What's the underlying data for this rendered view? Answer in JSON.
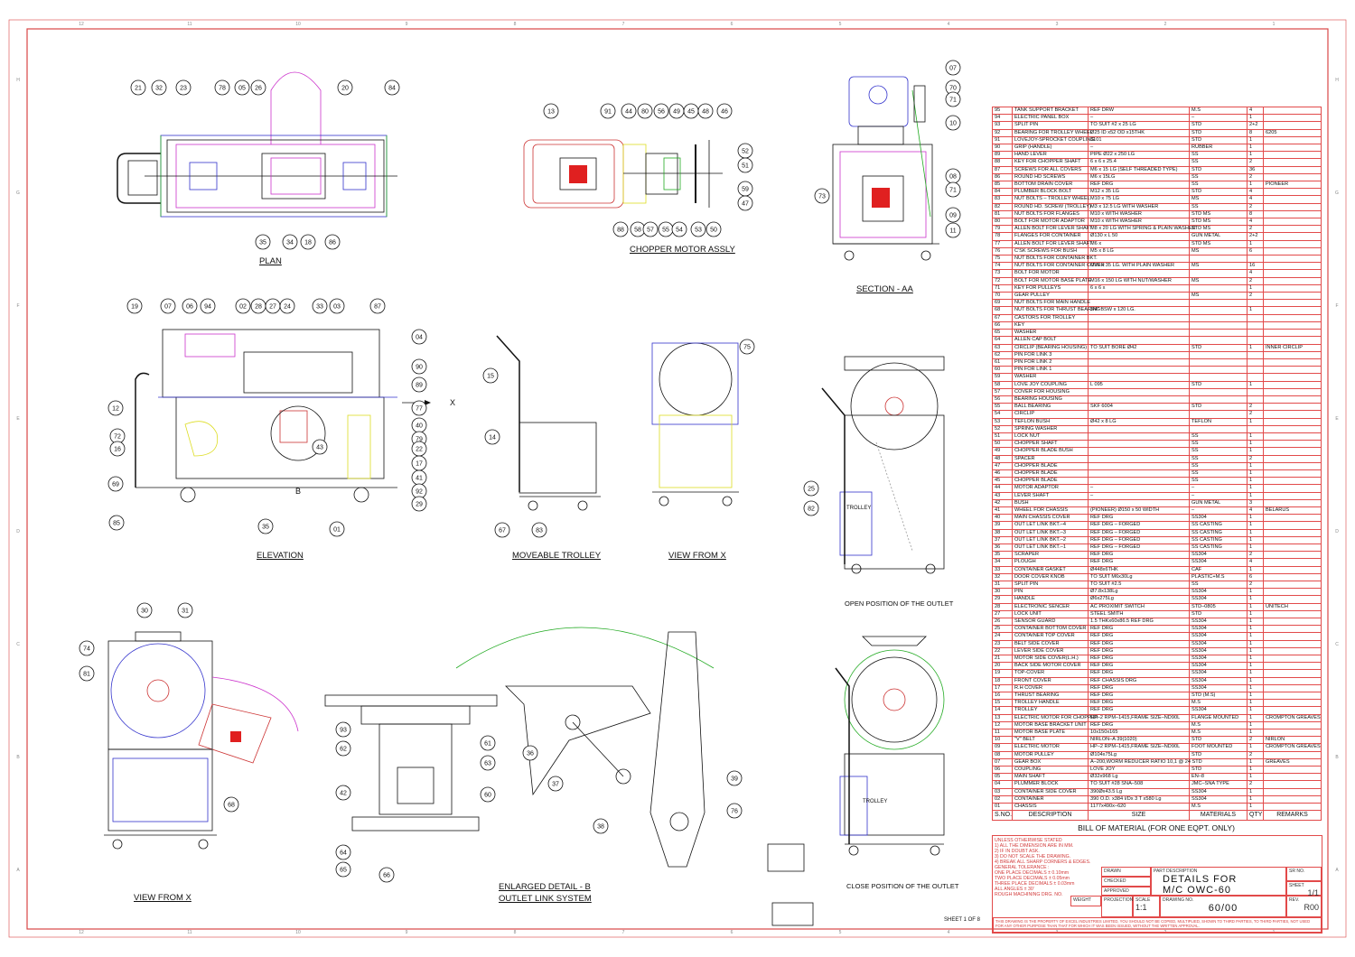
{
  "labels": {
    "plan": "PLAN",
    "chopper": "CHOPPER MOTOR ASSLY",
    "section": "SECTION - AA",
    "elevation": "ELEVATION",
    "trolley": "MOVEABLE TROLLEY",
    "view_x": "VIEW FROM X",
    "view_x2": "VIEW FROM X",
    "open_outlet": "OPEN POSITION OF THE OUTLET",
    "close_outlet": "CLOSE POSITION OF THE OUTLET",
    "detail_b1": "ENLARGED DETAIL - B",
    "detail_b2": "OUTLET LINK SYSTEM",
    "b_mark": "B",
    "x_mark": "X",
    "trolley_text1": "TROLLEY",
    "trolley_text2": "TROLLEY",
    "sheet": "SHEET 1 OF 8"
  },
  "bom": {
    "headers": [
      "S.NO.",
      "DESCRIPTION",
      "SIZE",
      "MATERIALS",
      "QTY",
      "REMARKS"
    ],
    "title": "BILL OF MATERIAL      (FOR ONE EQPT. ONLY)",
    "rows": [
      [
        "95",
        "TANK SUPPORT BRACKET",
        "REF DRW",
        "M.S",
        "4",
        ""
      ],
      [
        "94",
        "ELECTRIC PANEL BOX",
        "–",
        "–",
        "1",
        ""
      ],
      [
        "93",
        "SPLIT PIN",
        "TO SUIT #2 x 25 LG",
        "STD",
        "2+2",
        ""
      ],
      [
        "92",
        "BEARING FOR TROLLEY WHEEL",
        "Ø25 ID x52 OD x15THK",
        "STD",
        "8",
        "6205"
      ],
      [
        "91",
        "LOVEJOY-SPROCKET COUPLING",
        "3101",
        "STD",
        "1",
        ""
      ],
      [
        "90",
        "GRIP (HANDLE)",
        "–",
        "RUBBER",
        "1",
        ""
      ],
      [
        "89",
        "HAND LEVER",
        "PIPE Ø22 x 250 LG",
        "SS",
        "1",
        ""
      ],
      [
        "88",
        "KEY FOR CHOPPER SHAFT",
        "6 x 6 x 25.4",
        "SS",
        "2",
        ""
      ],
      [
        "87",
        "SCREWS FOR ALL COVERS",
        "M6 x 15 LG (SELF THREADED TYPE)",
        "STD",
        "36",
        ""
      ],
      [
        "86",
        "ROUND HD SCREWS",
        "M6 x 15LG",
        "SS",
        "2",
        ""
      ],
      [
        "85",
        "BOTTOM DRAIN COVER",
        "REF DRG",
        "SS",
        "1",
        "PIONEER"
      ],
      [
        "84",
        "PLUMBER BLOCK BOLT",
        "M12 x 35 LG",
        "STD",
        "4",
        ""
      ],
      [
        "83",
        "NUT BOLTS – TROLLEY WHEEL",
        "M10 x 75 LG",
        "MS",
        "4",
        ""
      ],
      [
        "82",
        "ROUND HD. SCREW (TROLLEY)",
        "M3 x 12.5 LG WITH WASHER",
        "SS",
        "2",
        ""
      ],
      [
        "81",
        "NUT BOLTS FOR FLANGES",
        "M10 x          WITH WASHER",
        "STD MS",
        "8",
        ""
      ],
      [
        "80",
        "BOLT FOR MOTOR ADAPTOR",
        "M10 x          WITH WASHER",
        "STD MS",
        "4",
        ""
      ],
      [
        "79",
        "ALLEN BOLT FOR LEVER SHAFT",
        "M8 x 20 LG WITH SPRING & PLAIN WASHER",
        "STD MS",
        "2",
        ""
      ],
      [
        "78",
        "FLANGES FOR CONTAINER",
        "Ø130 x L 50",
        "GUN METAL",
        "2+2",
        ""
      ],
      [
        "77",
        "ALLEN BOLT FOR LEVER SHAFT",
        "M6 x",
        "STD MS",
        "1",
        ""
      ],
      [
        "76",
        "C'SK SCREWS FOR BUSH",
        "M5 x 8 LG",
        "MS",
        "6",
        ""
      ],
      [
        "75",
        "NUT BOLTS FOR CONTAINER BKT.",
        "",
        "",
        "",
        ""
      ],
      [
        "74",
        "NUT BOLTS FOR CONTAINER COVER",
        "M10 x 35 LG. WITH PLAIN WASHER",
        "MS",
        "16",
        ""
      ],
      [
        "73",
        "BOLT FOR MOTOR",
        "",
        "",
        "4",
        ""
      ],
      [
        "72",
        "BOLT FOR MOTOR BASE PLATE",
        "M16 x 150 LG WITH NUT/WASHER",
        "MS",
        "2",
        ""
      ],
      [
        "71",
        "KEY FOR PULLEYS",
        "6 x 6 x",
        "",
        "1",
        ""
      ],
      [
        "70",
        "GEAR PULLEY",
        "",
        "MS",
        "2",
        ""
      ],
      [
        "69",
        "NUT BOLTS FOR MAIN HANDLE",
        "",
        "",
        "",
        ""
      ],
      [
        "68",
        "NUT BOLTS FOR THRUST BEARING",
        "3/4\" BSW x 120 LG.",
        "",
        "1",
        ""
      ],
      [
        "67",
        "CASTORS FOR TROLLEY",
        "",
        "",
        "",
        ""
      ],
      [
        "66",
        "KEY",
        "",
        "",
        "",
        ""
      ],
      [
        "65",
        "WASHER",
        "",
        "",
        "",
        ""
      ],
      [
        "64",
        "ALLEN CAP BOLT",
        "",
        "",
        "",
        ""
      ],
      [
        "63",
        "CIRCLIP (BEARING HOUSING)",
        "TO SUIT BORE Ø42",
        "STD",
        "1",
        "INNER CIRCLIP"
      ],
      [
        "62",
        "PIN FOR LINK 3",
        "",
        "",
        "",
        ""
      ],
      [
        "61",
        "PIN FOR LINK 2",
        "",
        "",
        "",
        ""
      ],
      [
        "60",
        "PIN FOR LINK 1",
        "",
        "",
        "",
        ""
      ],
      [
        "59",
        "WASHER",
        "",
        "",
        "",
        ""
      ],
      [
        "58",
        "LOVE JOY COUPLING",
        "L 095",
        "STD",
        "1",
        ""
      ],
      [
        "57",
        "COVER FOR HOUSING",
        "",
        "",
        "",
        ""
      ],
      [
        "56",
        "BEARING HOUSING",
        "",
        "",
        "",
        ""
      ],
      [
        "55",
        "BALL BEARING",
        "SKF 6004",
        "STD",
        "2",
        ""
      ],
      [
        "54",
        "CIRCLIP",
        "",
        "",
        "2",
        ""
      ],
      [
        "53",
        "TEFLON BUSH",
        "Ø42 x 8 LG",
        "TEFLON",
        "1",
        ""
      ],
      [
        "52",
        "SPRING WASHER",
        "",
        "",
        "",
        ""
      ],
      [
        "51",
        "LOCK NUT",
        "",
        "SS",
        "1",
        ""
      ],
      [
        "50",
        "CHOPPER SHAFT",
        "",
        "SS",
        "1",
        ""
      ],
      [
        "49",
        "CHOPPER BLADE BUSH",
        "",
        "SS",
        "1",
        ""
      ],
      [
        "48",
        "SPACER",
        "",
        "SS",
        "2",
        ""
      ],
      [
        "47",
        "CHOPPER BLADE",
        "",
        "SS",
        "1",
        ""
      ],
      [
        "46",
        "CHOPPER BLADE",
        "",
        "SS",
        "1",
        ""
      ],
      [
        "45",
        "CHOPPER BLADE",
        "",
        "SS",
        "1",
        ""
      ],
      [
        "44",
        "MOTOR ADAPTOR",
        "–",
        "–",
        "1",
        ""
      ],
      [
        "43",
        "LEVER SHAFT",
        "–",
        "–",
        "1",
        ""
      ],
      [
        "42",
        "BUSH",
        "",
        "GUN METAL",
        "3",
        ""
      ],
      [
        "41",
        "WHEEL FOR CHASSIS",
        "(PIONEER) Ø150 x 50 WIDTH",
        "–",
        "4",
        "BELARUS"
      ],
      [
        "40",
        "MAIN CHASSIS COVER",
        "REF DRG",
        "SS304",
        "1",
        ""
      ],
      [
        "39",
        "OUT LET LINK BKT.–4",
        "REF DRG – FORGED",
        "SS CASTING",
        "1",
        ""
      ],
      [
        "38",
        "OUT LET LINK BKT.–3",
        "REF DRG – FORGED",
        "SS CASTING",
        "1",
        ""
      ],
      [
        "37",
        "OUT LET LINK BKT.–2",
        "REF DRG – FORGED",
        "SS CASTING",
        "1",
        ""
      ],
      [
        "36",
        "OUT LET LINK BKT.–1",
        "REF DRG – FORGED",
        "SS CASTING",
        "1",
        ""
      ],
      [
        "35",
        "SCRAPER",
        "REF DRG",
        "SS304",
        "2",
        ""
      ],
      [
        "34",
        "PLOUGH",
        "REF DRG",
        "SS304",
        "4",
        ""
      ],
      [
        "33",
        "CONTAINER GASKET",
        "Ø448x6THK",
        "CAF",
        "1",
        ""
      ],
      [
        "32",
        "DOOR COVER KNOB",
        "TO SUIT M6x30Lg",
        "PLASTIC+M.S",
        "6",
        ""
      ],
      [
        "31",
        "SPLIT PIN",
        "TO SUIT #2.5",
        "SS",
        "2",
        ""
      ],
      [
        "30",
        "PIN",
        "Ø7.8x138Lg",
        "SS304",
        "1",
        ""
      ],
      [
        "29",
        "HANDLE",
        "Ø6x275Lg",
        "SS304",
        "1",
        ""
      ],
      [
        "28",
        "ELECTRONIC SENCER",
        "AC PROXIMIT SWITCH",
        "STD–0805",
        "1",
        "UNITECH"
      ],
      [
        "27",
        "LOCK UNIT",
        "STEEL SMITH",
        "STD",
        "1",
        ""
      ],
      [
        "26",
        "SENSOR GUARD",
        "1.5 THKx60x86.5 REF DRG",
        "SS304",
        "1",
        ""
      ],
      [
        "25",
        "CONTAINER BOTTOM COVER",
        "REF DRG",
        "SS304",
        "1",
        ""
      ],
      [
        "24",
        "CONTAINER TOP COVER",
        "REF DRG",
        "SS304",
        "1",
        ""
      ],
      [
        "23",
        "BELT SIDE COVER",
        "REF DRG",
        "SS304",
        "1",
        ""
      ],
      [
        "22",
        "LEVER SIDE COVER",
        "REF DRG",
        "SS304",
        "1",
        ""
      ],
      [
        "21",
        "MOTOR SIDE COVER(L.H.)",
        "REF DRG",
        "SS304",
        "1",
        ""
      ],
      [
        "20",
        "BACK SIDE MOTOR COVER",
        "REF DRG",
        "SS304",
        "1",
        ""
      ],
      [
        "19",
        "TOP-COVER",
        "REF DRG",
        "SS304",
        "1",
        ""
      ],
      [
        "18",
        "FRONT COVER",
        "REF CHASSIS DRG",
        "SS304",
        "1",
        ""
      ],
      [
        "17",
        "R.H COVER",
        "REF DRG",
        "SS304",
        "1",
        ""
      ],
      [
        "16",
        "THRUST BEARING",
        "REF DRG",
        "STD (M.S)",
        "1",
        ""
      ],
      [
        "15",
        "TROLLEY HANDLE",
        "REF DRG",
        "M.S",
        "1",
        ""
      ],
      [
        "14",
        "TROLLEY",
        "REF DRG",
        "SS304",
        "1",
        ""
      ],
      [
        "13",
        "ELECTRIC MOTOR FOR CHOPPER",
        "HP–2 RPM–1415,FRAME SIZE–ND90L",
        "FLANGE MOUNTED",
        "1",
        "CROMPTON GREAVES"
      ],
      [
        "12",
        "MOTOR BASE BRACKET UNIT",
        "REF DRG",
        "M.S",
        "1",
        ""
      ],
      [
        "11",
        "MOTOR BASE PLATE",
        "10x150x165",
        "M.S",
        "1",
        ""
      ],
      [
        "10",
        "\"V\" BELT",
        "NIRLON–A 39(1020)",
        "STD",
        "2",
        "NIRLON"
      ],
      [
        "09",
        "ELECTRIC MOTOR",
        "HP–2 RPM–1415,FRAME SIZE–ND90L",
        "FOOT MOUNTED",
        "1",
        "CROMPTON GREAVES"
      ],
      [
        "08",
        "MOTOR PULLEY",
        "Ø104x75Lg",
        "STD",
        "2",
        ""
      ],
      [
        "07",
        "GEAR BOX",
        "A–200,WORM REDUCER RATIO 10,1 @ 24   STD",
        "",
        "1",
        "GREAVES"
      ],
      [
        "06",
        "COUPLING",
        "LOVE JOY",
        "STD",
        "1",
        ""
      ],
      [
        "05",
        "MAIN SHAFT",
        "Ø32x968 Lg",
        "EN–8",
        "1",
        ""
      ],
      [
        "04",
        "PLUMMER BLOCK",
        "TO SUIT #28 SNA–508",
        "JMC–SNA TYPE",
        "2",
        ""
      ],
      [
        "03",
        "CONTAINER SIDE COVER",
        "390Øx43.5 Lg",
        "SS304",
        "1",
        ""
      ],
      [
        "02",
        "CONTAINER",
        "390 O.D. x384 I/Dx 3 T x580 Lg",
        "SS304",
        "1",
        ""
      ],
      [
        "01",
        "CHASSIS",
        "1177x490x–620",
        "M.S",
        "1",
        ""
      ]
    ]
  },
  "title_block": {
    "notes": [
      "UNLESS OTHERWISE STATED",
      "1) ALL THE DIMENSION ARE IN MM.",
      "2) IF IN DOUBT ASK.",
      "3) DO NOT SCALE THE DRAWING.",
      "4) BREAK ALL SHARP CORNERS & EDGES.",
      "GENERAL TOLERANCE :",
      "ONE PLACE DECIMALS ± 0.10mm",
      "TWO PLACE DECIMALS ± 0.05mm",
      "THREE PLACE DECIMALS ± 0.03mm",
      "ALL ANGLES ± 30'",
      "ROUGH MACHINING DRG. NO."
    ],
    "weight": "WEIGHT",
    "drawn": "DRAWN",
    "checked": "CHECKED",
    "approved": "APPROVED",
    "part_desc_label": "PART DESCRIPTION",
    "title_line1": "DETAILS FOR",
    "title_line2": "M/C OWC-60",
    "sr_no_label": "SR NO.",
    "sheet_label": "SHEET",
    "sheet_value": "1/1",
    "projection_label": "PROJECTION",
    "scale_label": "SCALE",
    "scale_value": "1:1",
    "drawing_no_label": "DRAWING NO.",
    "drawing_no": "60/00",
    "rev_label": "REV.",
    "rev_value": "R00",
    "footer": "THIS DRAWING IS THE PROPERTY OF EXCEL INDUSTRIES LIMITED, YOU SHOULD NOT BE COPIED, MULTIPLIED, SHOWN TO THIRD PARTIES, TO THIRD PARTIES, NOT USED FOR ANY OTHER PURPOSE THAN THAT FOR WHICH IT WAS BEEN ISSUED, WITHOUT THE WRITTEN APPROVAL."
  },
  "balloons": {
    "plan": [
      "21",
      "32",
      "23",
      "78",
      "05",
      "26",
      "20",
      "84",
      "35",
      "34",
      "18",
      "86"
    ],
    "chopper": [
      "13",
      "91",
      "44",
      "80",
      "56",
      "49",
      "45",
      "48",
      "46",
      "52",
      "51",
      "59",
      "47",
      "88",
      "58",
      "57",
      "55",
      "54",
      "53",
      "50"
    ],
    "section": [
      "07",
      "70",
      "71",
      "10",
      "08",
      "71",
      "09",
      "11",
      "73"
    ],
    "elevation": [
      "19",
      "07",
      "06",
      "94",
      "02",
      "28",
      "27",
      "24",
      "33",
      "03",
      "87",
      "04",
      "90",
      "89",
      "40",
      "79",
      "22",
      "17",
      "41",
      "92",
      "29",
      "12",
      "72",
      "16",
      "69",
      "85",
      "35",
      "43",
      "01",
      "77"
    ],
    "trolley": [
      "15",
      "14",
      "67",
      "83"
    ],
    "viewx_top": [
      "75"
    ],
    "open": [
      "25",
      "82"
    ],
    "viewx_bottom": [
      "30",
      "31",
      "74",
      "81",
      "68"
    ],
    "detail": [
      "93",
      "62",
      "42",
      "64",
      "65",
      "66",
      "61",
      "63",
      "60",
      "36",
      "37",
      "38",
      "39",
      "76"
    ]
  },
  "grid_numbers": [
    "12",
    "11",
    "10",
    "9",
    "8",
    "7",
    "6",
    "5",
    "4",
    "3",
    "2",
    "1"
  ],
  "grid_letters": [
    "H",
    "G",
    "F",
    "E",
    "D",
    "C",
    "B",
    "A"
  ]
}
